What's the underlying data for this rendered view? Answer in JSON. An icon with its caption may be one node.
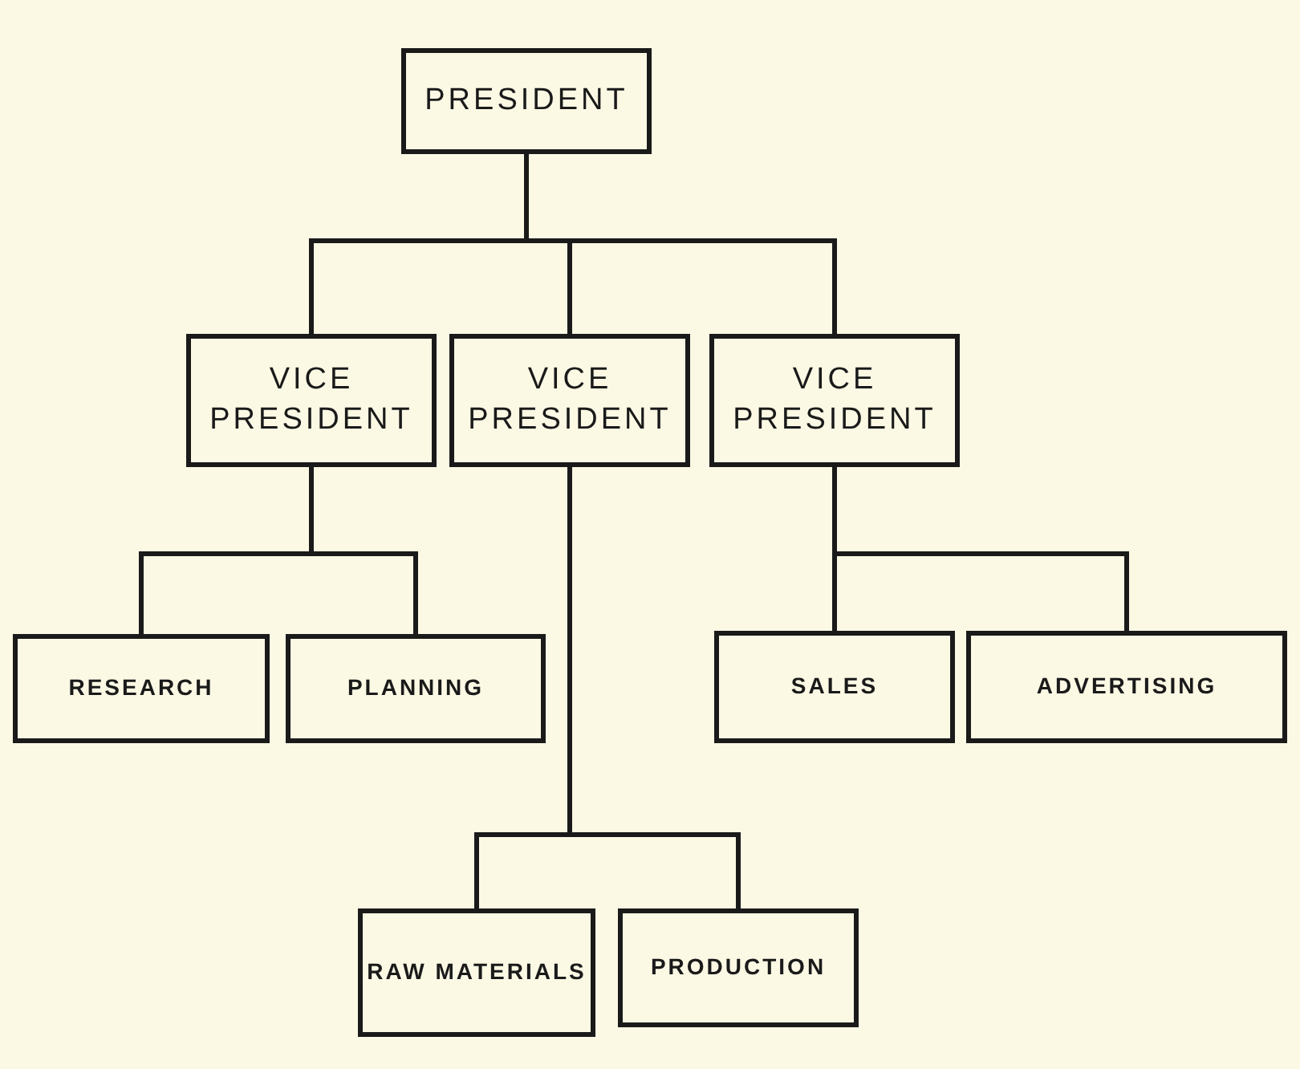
{
  "diagram": {
    "nodes": [
      {
        "text": [
          "PRESIDENT"
        ]
      },
      {
        "text": [
          "VICE PRESIDENT"
        ]
      },
      {
        "text": [
          "VICE PRESIDENT"
        ]
      },
      {
        "text": [
          "VICE PRESIDENT"
        ]
      },
      {
        "text": [
          "RESEARCH"
        ]
      },
      {
        "text": [
          "PLANNING"
        ]
      },
      {
        "text": [
          "SALES"
        ]
      },
      {
        "text": [
          "ADVERTISING"
        ]
      },
      {
        "text": [
          "RAW MATERIALS"
        ]
      },
      {
        "text": [
          "PRODUCTION"
        ]
      }
    ],
    "edges": [
      {
        "from": 0,
        "to": 1,
        "arrow": "none"
      },
      {
        "from": 0,
        "to": 2,
        "arrow": "none"
      },
      {
        "from": 0,
        "to": 3,
        "arrow": "none"
      },
      {
        "from": 1,
        "to": 4,
        "arrow": "none"
      },
      {
        "from": 1,
        "to": 5,
        "arrow": "none"
      },
      {
        "from": 3,
        "to": 6,
        "arrow": "none"
      },
      {
        "from": 3,
        "to": 7,
        "arrow": "none"
      },
      {
        "from": 2,
        "to": 8,
        "arrow": "none"
      },
      {
        "from": 2,
        "to": 9,
        "arrow": "none"
      }
    ]
  }
}
